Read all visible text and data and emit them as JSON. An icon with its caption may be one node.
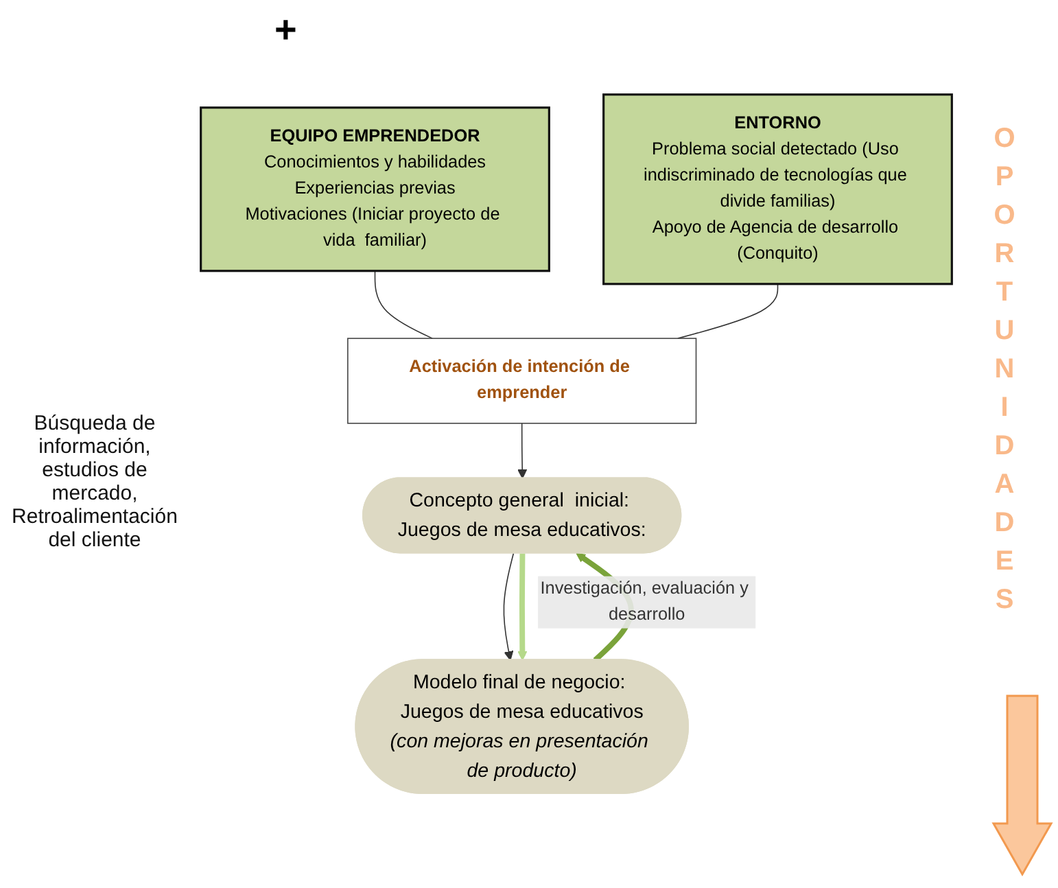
{
  "diagram": {
    "nodes": [
      {
        "text": [
          "EQUIPO EMPRENDEDOR",
          "Conocimientos y habilidades",
          "Experiencias previas",
          "Motivaciones (Iniciar proyecto de vida  familiar)"
        ]
      },
      {
        "text": [
          "ENTORNO",
          "Problema social detectado (Uso indiscriminado de tecnologías que divide familias)",
          "Apoyo de Agencia de desarrollo (Conquito)"
        ]
      },
      {
        "text": [
          "Activación de intención de emprender"
        ]
      },
      {
        "text": [
          "Concepto general  inicial: Juegos de mesa educativos:"
        ]
      },
      {
        "text": [
          "Modelo final de negocio: Juegos de mesa educativos",
          "(con mejoras en presentación de producto)"
        ]
      }
    ],
    "edges": [
      {
        "from": 0,
        "to": 2,
        "arrow": "none"
      },
      {
        "from": 1,
        "to": 2,
        "arrow": "none"
      },
      {
        "from": 2,
        "to": 3,
        "arrow": "to"
      },
      {
        "from": 3,
        "to": 4,
        "arrow": "to"
      },
      {
        "from": 4,
        "to": 3,
        "arrow": "to",
        "label": "Investigación, evaluación y desarrollo",
        "style": "thick",
        "color": "#7aa33a"
      },
      {
        "from": 3,
        "to": 4,
        "arrow": "to",
        "style": "thick",
        "color": "#b5d98a"
      }
    ],
    "labels": [
      "+",
      "OPORTUNIDADES",
      "Búsqueda de información, estudios de mercado, Retroalimentación del cliente"
    ]
  }
}
